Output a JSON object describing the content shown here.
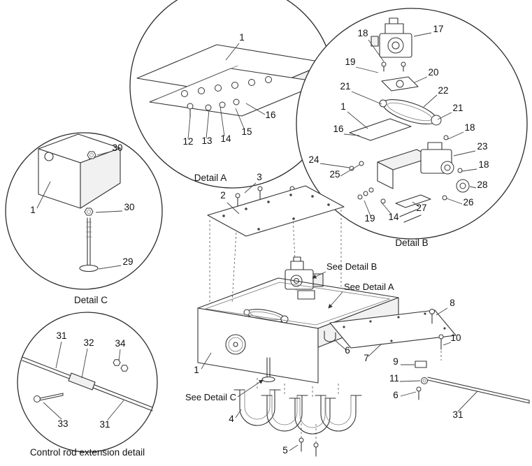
{
  "detail_a": {
    "caption": "Detail A",
    "labels": [
      "1",
      "16",
      "15",
      "14",
      "13",
      "12"
    ]
  },
  "detail_b": {
    "caption": "Detail B",
    "labels_left": [
      "18",
      "19",
      "21",
      "1",
      "16",
      "24",
      "25",
      "19",
      "14"
    ],
    "labels_right": [
      "17",
      "20",
      "22",
      "21",
      "18",
      "23",
      "18",
      "28",
      "26",
      "27"
    ]
  },
  "detail_c": {
    "caption": "Detail C",
    "labels": [
      "30",
      "1",
      "30",
      "29"
    ]
  },
  "control_rod": {
    "caption": "Control rod extension detail",
    "labels": [
      "31",
      "32",
      "34",
      "33",
      "31"
    ]
  },
  "main": {
    "labels": [
      "3",
      "2",
      "8",
      "10",
      "1",
      "7",
      "9",
      "11",
      "6",
      "6",
      "31",
      "4",
      "5"
    ],
    "callouts": [
      "See Detail B",
      "See Detail A",
      "See Detail C"
    ]
  },
  "colors": {
    "line": "#333333",
    "background": "#ffffff"
  }
}
